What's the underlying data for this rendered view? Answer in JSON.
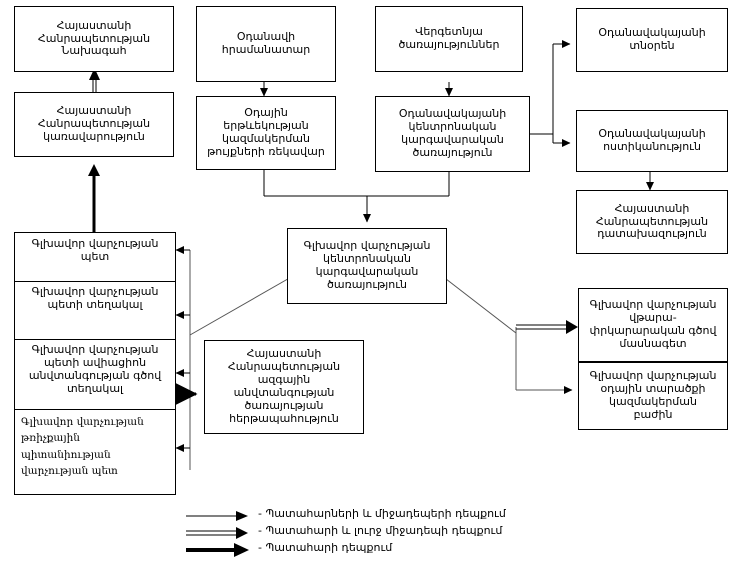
{
  "diagram": {
    "title": "Armenian civil aviation organizational chart",
    "boxes": {
      "president": "Հայաստանի\nՀանրապետության\nՆախագահ",
      "government": "Հայաստանի\nՀանրապետության\nկառավարություն",
      "aircraft_commander": "Օդանավի\nհրամանատար",
      "air_traffic_chief": "Օդային\nերթևեկության\nկազմակերման\nթույքների ռեկավար",
      "ground_services": "Վերգետնյա\nծառայություններ",
      "airport_central_service": "Օդանավակայանի\nկենտրոնական\nկարգավարական\nծառայություն",
      "airport_director": "Օդանավակայանի\nտնօրեն",
      "airport_police": "Օդանավակայանի\nոստիկանություն",
      "prosecutor": "Հայաստանի\nՀանրապետության\nդատախազություն",
      "dept_head": "Գլխավոր վարչության\nպետ",
      "dept_deputy": "Գլխավոր վարչության\nպետի տեղակալ",
      "dept_safety_deputy": "Գլխավոր վարչության\nպետի ավիացիոն\nանվտանգության գծով\nտեղակալ",
      "dept_airworthiness_head": "Գլխավոր վարչության\nթռիչքային\nպիտանիության\nվարչության պետ",
      "main_central_service": "Գլխավոր վարչության\nկենտրոնական\nկարգավարական\nծառայություն",
      "national_security": "Հայաստանի\nՀանրապետության\nազգային\nանվտանգության\nծառայության\nհերթապահություն",
      "analysis_specialist": "Գլխավոր վարչության\nվթարա-\nփրկարարական գծով\nմասնագետ",
      "air_space_dept": "Գլխավոր վարչության\nօդային տարածքի\nկազմակերման\nբաժին"
    },
    "legend": [
      {
        "style": "thin-arrow",
        "label": "- Պատահարների և միջադեպերի դեպքում"
      },
      {
        "style": "double-arrow",
        "label": "- Պատահարի և լուրջ միջադեպի դեպքում"
      },
      {
        "style": "thick-arrow",
        "label": "- Պատահարի դեպքում"
      }
    ]
  },
  "colors": {
    "line": "#000000",
    "fill": "#ffffff",
    "grayline": "#808080"
  }
}
